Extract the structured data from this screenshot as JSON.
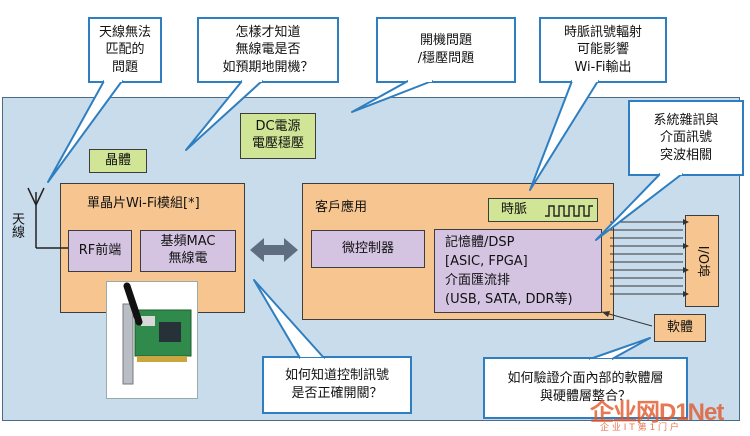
{
  "callouts": {
    "antenna_match": {
      "lines": [
        "天線無法",
        "匹配的",
        "問題"
      ]
    },
    "power_on": {
      "lines": [
        "怎樣才知道",
        "無線電是否",
        "如預期地開機？"
      ]
    },
    "power_issue": {
      "lines": [
        "開機問題",
        "/穩壓問題"
      ]
    },
    "clock_radiation": {
      "lines": [
        "時脈訊號輻射",
        "可能影響",
        "Wi-Fi輸出"
      ]
    },
    "noise_burst": {
      "lines": [
        "系統雜訊與",
        "介面訊號",
        "突波相關"
      ]
    },
    "control_signal": {
      "lines": [
        "如何知道控制訊號",
        "是否正確開關？"
      ]
    },
    "software_verify": {
      "lines": [
        "如何驗證介面內部的軟體層",
        "與硬體層整合？"
      ]
    }
  },
  "labels": {
    "crystal": "晶體",
    "dc_power": [
      "DC電源",
      "電壓穩壓"
    ],
    "antenna": "天線",
    "wifi_module": "單晶片Wi-Fi模組[*]",
    "rf_frontend": "RF前端",
    "baseband": [
      "基頻MAC",
      "無線電"
    ],
    "customer_app": "客戶應用",
    "clock": "時脈",
    "mcu": "微控制器",
    "memory": [
      "記憶體/DSP",
      "[ASIC, FPGA]",
      "介面匯流排",
      "(USB, SATA, DDR等)"
    ],
    "io_port": "I/O埠",
    "software": "軟體"
  },
  "watermark": {
    "logo": "企业网D1Net",
    "tagline": "企 业 I T 第 1 门 户"
  },
  "colors": {
    "board": "#c9dcec",
    "panel": "#f7c690",
    "chip": "#d4c4e2",
    "green_chip": "#d0e596",
    "callout_border": "#2f7fc0",
    "arrow": "#5e6d80"
  }
}
